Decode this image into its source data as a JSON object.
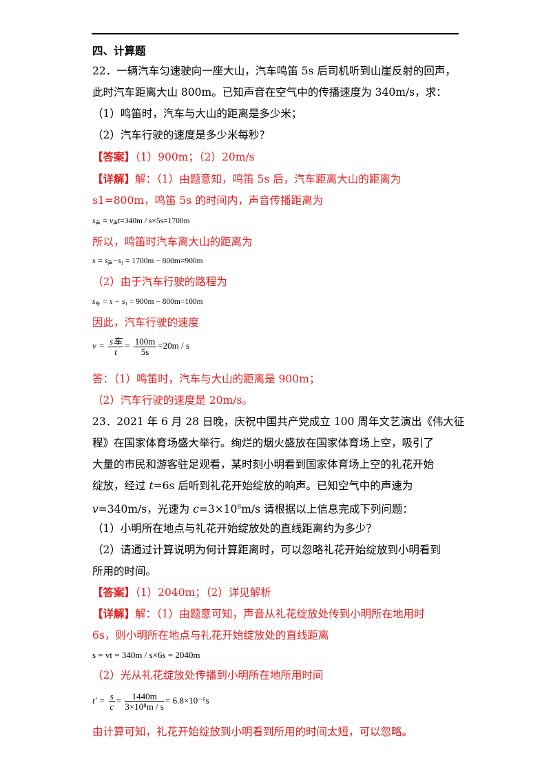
{
  "section_title": "四、计算题",
  "q22": {
    "line1": "22．一辆汽车匀速驶向一座大山，汽车鸣笛 5s 后司机听到山崖反射的回声，",
    "line2": "此时汽车距离大山 800m。已知声音在空气中的传播速度为 340m/s，求：",
    "part1": "（1）鸣笛时，汽车与大山的距离是多少米；",
    "part2": "（2）汽车行驶的速度是多少米每秒？",
    "answer_tag": "【答案】",
    "answer_text": "（1）900m；（2）20m/s",
    "detail_tag": "【详解】",
    "detail_line1": "解：（1）由题意知，鸣笛 5s 后，汽车距离大山的距离为",
    "detail_line2": "s1=800m，鸣笛 5s 的时间内，声音传播距离为",
    "eq1_s": "s",
    "eq1_sub": "声",
    "eq1_mid": " = v",
    "eq1_sub2": "声",
    "eq1_rest": "t=340m / s×5s=1700m",
    "text_so": "所以，鸣笛时汽车离大山的距离为",
    "eq2_a": "s = s",
    "eq2_sub": "声",
    "eq2_b": "−s",
    "eq2_sub2": "1",
    "eq2_rest": " = 1700m − 800m=900m",
    "text_2": "（2）由于汽车行驶的路程为",
    "eq3_a": "s",
    "eq3_sub": "车",
    "eq3_b": " = s − s",
    "eq3_sub2": "1",
    "eq3_rest": " = 900m − 800m=100m",
    "text_3": "因此，汽车行驶的速度",
    "eq4_v": "v =",
    "eq4_n1": "s车",
    "eq4_d1": "t",
    "eq4_eq": "=",
    "eq4_n2": "100m",
    "eq4_d2": "5s",
    "eq4_rest": "=20m / s",
    "ans_line1": "答：（1）鸣笛时，汽车与大山的距离是 900m；",
    "ans_line2": "（2）汽车行驶的速度是 20m/s。"
  },
  "q23": {
    "line1": "23．2021 年 6 月 28 日晚，庆祝中国共产党成立 100 周年文艺演出《伟大征",
    "line2": "程》在国家体育场盛大举行。绚烂的烟火盛放在国家体育场上空，吸引了",
    "line3": "大量的市民和游客驻足观看，某时刻小明看到国家体育场上空的礼花开始",
    "line4_a": "绽放，经过 ",
    "line4_t": "t",
    "line4_b": "=6s 后听到礼花开始绽放的响声。已知空气中的声速为",
    "line5_v": "v",
    "line5_a": "=340m/s，光速为 ",
    "line5_c": "c",
    "line5_b": "=3×10",
    "line5_sup": "8",
    "line5_c2": "m/s 请根据以上信息完成下列问题：",
    "part1": "（1）小明所在地点与礼花开始绽放处的直线距离约为多少？",
    "part2a": "（2）请通过计算说明为何计算距离时，可以忽略礼花开始绽放到小明看到",
    "part2b": "所用的时间。",
    "answer_tag": "【答案】",
    "answer_text": "（1）2040m；（2）详见解析",
    "detail_tag": "【详解】",
    "detail_line1": "解：（1）由题意可知，声音从礼花绽放处传到小明所在地用时",
    "detail_line2": "6s，则小明所在地点与礼花开始绽放处的直线距离",
    "eq1": "s = vt = 340m / s×6s = 2040m",
    "text_2": "（2）光从礼花绽放处传播到小明所在地所用时间",
    "eq2_t": "t' =",
    "eq2_n1": "s",
    "eq2_d1": "c",
    "eq2_eq": "=",
    "eq2_n2": "1440m",
    "eq2_d2": "3×10⁸m / s",
    "eq2_rest": "= 6.8×10⁻⁶s",
    "conclusion": "由计算可知，礼花开始绽放到小明看到所用的时间太短，可以忽略。"
  }
}
